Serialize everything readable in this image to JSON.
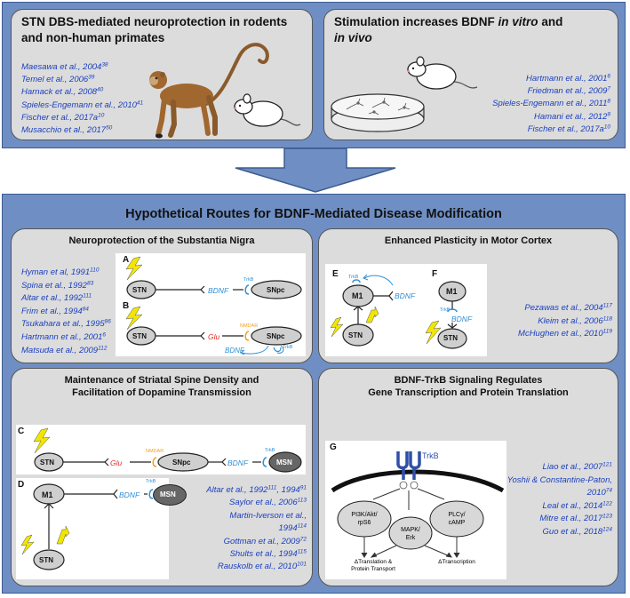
{
  "top_left": {
    "title": "STN DBS-mediated neuroprotection in rodents and non-human primates",
    "refs": [
      {
        "text": "Maesawa et al., 2004",
        "sup": "38"
      },
      {
        "text": "Temel et al., 2006",
        "sup": "39"
      },
      {
        "text": "Harnack et al., 2008",
        "sup": "40"
      },
      {
        "text": "Spieles-Engemann et al., 2010",
        "sup": "41"
      },
      {
        "text": "Fischer et al., 2017a",
        "sup": "10"
      },
      {
        "text": "Musacchio et al., 2017",
        "sup": "50"
      }
    ]
  },
  "top_right": {
    "title_line1": "Stimulation increases BDNF ",
    "title_italic1": "in vitro",
    "title_line1_end": " and",
    "title_italic2": "in vivo",
    "refs": [
      {
        "text": "Hartmann et al., 2001",
        "sup": "6"
      },
      {
        "text": "Friedman et al., 2009",
        "sup": "7"
      },
      {
        "text": "Spieles-Engemann et al., 2011",
        "sup": "8"
      },
      {
        "text": "Hamani et al., 2012",
        "sup": "9"
      },
      {
        "text": "Fischer et al., 2017a",
        "sup": "10"
      }
    ]
  },
  "main_title": "Hypothetical Routes for BDNF-Mediated Disease Modification",
  "nigra": {
    "title": "Neuroprotection of the Substantia Nigra",
    "refs": [
      {
        "text": "Hyman et al, 1991",
        "sup": "110"
      },
      {
        "text": "Spina et al., 1992",
        "sup": "83"
      },
      {
        "text": "Altar et al., 1992",
        "sup": "111"
      },
      {
        "text": "Frim et al., 1994",
        "sup": "84"
      },
      {
        "text": "Tsukahara et al., 1995",
        "sup": "86"
      },
      {
        "text": "Hartmann et al., 2001",
        "sup": "6"
      },
      {
        "text": "Matsuda et al., 2009",
        "sup": "112"
      }
    ],
    "letters": [
      "A",
      "B"
    ],
    "stn": "STN",
    "snpc": "SNpc",
    "bdnf": "BDNF",
    "glu": "Glu",
    "trkb": "TrkB",
    "nmdar": "NMDAR"
  },
  "motor": {
    "title": "Enhanced Plasticity in Motor Cortex",
    "letters": [
      "E",
      "F"
    ],
    "m1": "M1",
    "stn": "STN",
    "bdnf": "BDNF",
    "trkb": "TrkB",
    "refs": [
      {
        "text": "Pezawas et al., 2004",
        "sup": "117"
      },
      {
        "text": "Kleim et al., 2006",
        "sup": "118"
      },
      {
        "text": "McHughen et al., 2010",
        "sup": "119"
      }
    ]
  },
  "striatal": {
    "title_line1": "Maintenance of Striatal Spine Density and",
    "title_line2": "Facilitation of Dopamine Transmission",
    "letters": [
      "C",
      "D"
    ],
    "stn": "STN",
    "snpc": "SNpc",
    "msn": "MSN",
    "m1": "M1",
    "bdnf": "BDNF",
    "glu": "Glu",
    "trkb": "TrkB",
    "nmdar": "NMDAR",
    "refs": [
      {
        "text": "Altar et al., 1992",
        "sup": "111",
        "extra": ", 1994",
        "sup2": "91"
      },
      {
        "text": "Saylor et al., 2006",
        "sup": "113"
      },
      {
        "text": "Martin-Iverson et al.,",
        "sup": ""
      },
      {
        "text": "1994",
        "sup": "114"
      },
      {
        "text": "Gottman et al., 2009",
        "sup": "72"
      },
      {
        "text": "Shults et al., 1994",
        "sup": "115"
      },
      {
        "text": "Rauskolb et al., 2010",
        "sup": "101"
      }
    ]
  },
  "signaling": {
    "title_line1": "BDNF-TrkB Signaling Regulates",
    "title_line2": "Gene Transcription and Protein Translation",
    "letter": "G",
    "trkb": "TrkB",
    "pi3k": "PI3K/Akt/\nrpS6",
    "mapk": "MAPK/\nErk",
    "plc": "PLCγ/\ncAMP",
    "translation": "ΔTranslation &\nProtein Transport",
    "transcription": "ΔTranscription",
    "refs": [
      {
        "text": "Liao et al., 2007",
        "sup": "121"
      },
      {
        "text": "Yoshii & Constantine-Paton,",
        "sup": ""
      },
      {
        "text": "2010",
        "sup": "74"
      },
      {
        "text": "Leal et al., 2014",
        "sup": "122"
      },
      {
        "text": "Mitre et al., 2017",
        "sup": "123"
      },
      {
        "text": "Guo et al., 2018",
        "sup": "124"
      }
    ]
  },
  "colors": {
    "frame_blue": "#6f8fc4",
    "panel_gray": "#dcdcdc",
    "ref_blue": "#1a3fbf",
    "bdnf_blue": "#2f8fd8",
    "glu_red": "#e0302a",
    "nmdar_orange": "#f0a020",
    "bolt_yellow": "#f2e600"
  }
}
